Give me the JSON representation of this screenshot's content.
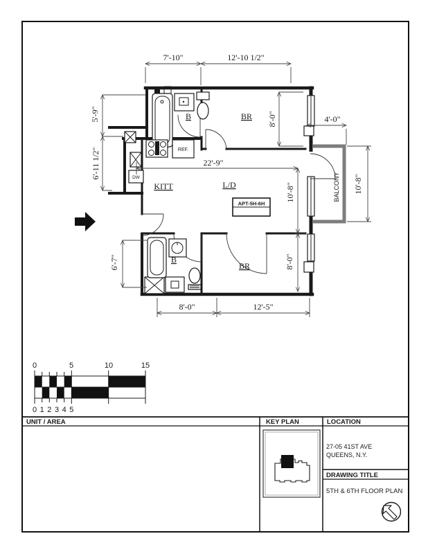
{
  "drawing": {
    "rooms": {
      "bath_upper": "B",
      "bedroom_upper": "BR",
      "kitchen": "KITT",
      "living_dining": "L/D",
      "balcony": "BALCONY",
      "bath_lower": "B",
      "bedroom_lower": "BR"
    },
    "appliances": {
      "refrigerator": "REF.",
      "dishwasher": "DW"
    },
    "apartment_tag": "APT-5H-6H",
    "dimensions": {
      "top_left": "7'-10\"",
      "top_right": "12'-10 1/2\"",
      "left_upper": "5'-9\"",
      "left_lower": "6'-11 1/2\"",
      "interior_width": "22'-9\"",
      "bedroom_upper_depth": "8'-0\"",
      "right_offset": "4'-0\"",
      "living_depth": "10'-8\"",
      "balcony_depth": "10'-8\"",
      "bath_lower_depth": "6'-7\"",
      "bedroom_lower_depth": "8'-0\"",
      "bottom_left": "8'-0\"",
      "bottom_right": "12'-5\""
    }
  },
  "scale_bar": {
    "major_labels": [
      "0",
      "5",
      "10",
      "15"
    ],
    "minor_labels": [
      "0",
      "1",
      "2",
      "3",
      "4",
      "5"
    ]
  },
  "title_block": {
    "unit_area_label": "UNIT / AREA",
    "key_plan_label": "KEY PLAN",
    "location_label": "LOCATION",
    "address_line1": "27-05 41ST AVE",
    "address_line2": "QUEENS, N.Y.",
    "drawing_title_label": "DRAWING TITLE",
    "drawing_title": "5TH & 6TH FLOOR PLAN"
  }
}
